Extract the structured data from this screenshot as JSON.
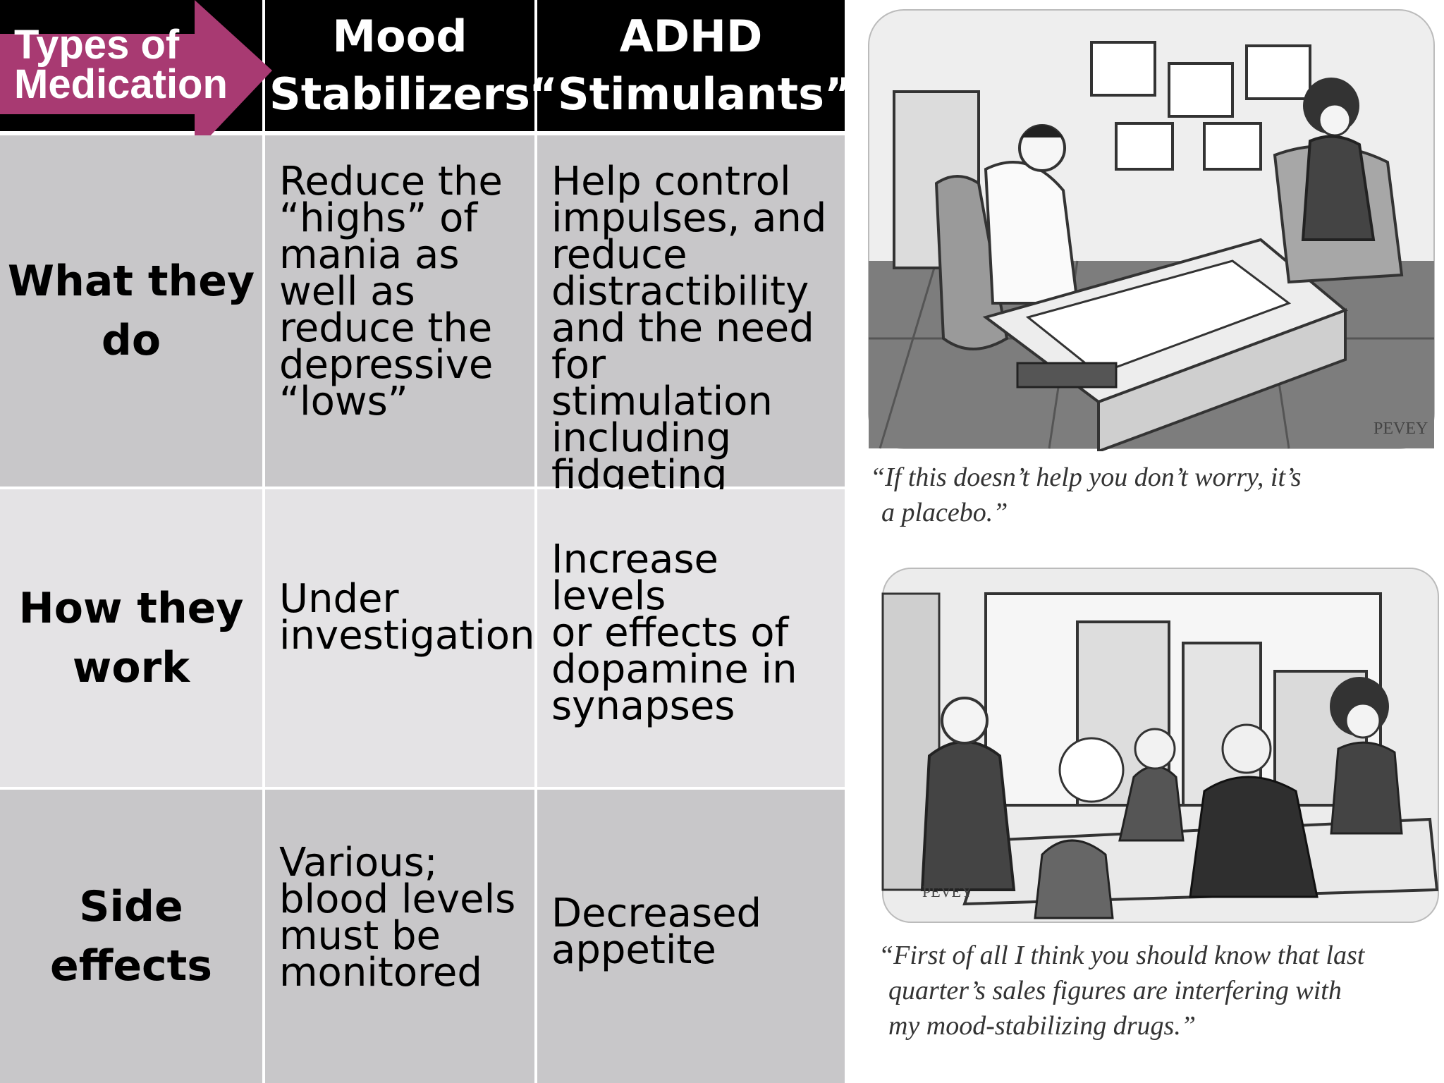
{
  "table": {
    "corner": {
      "line1": "Types of",
      "line2": "Medication"
    },
    "columns": [
      {
        "line1": "Mood",
        "line2": "Stabilizers"
      },
      {
        "line1": "ADHD",
        "line2": "“Stimulants”"
      }
    ],
    "rows": [
      {
        "label": [
          "What they",
          "do"
        ],
        "mood": [
          "Reduce the",
          "“highs” of",
          "mania as",
          "well as",
          "reduce the",
          "depressive",
          "“lows”"
        ],
        "adhd": [
          "Help control",
          "impulses, and",
          "reduce",
          "distractibility",
          "and the need",
          "for stimulation",
          "including",
          "fidgeting"
        ]
      },
      {
        "label": [
          "How they",
          "work"
        ],
        "mood": [
          "Under",
          "investigation"
        ],
        "adhd": [
          "Increase levels",
          "or effects of",
          "dopamine in",
          "synapses"
        ]
      },
      {
        "label": [
          "Side effects"
        ],
        "mood": [
          "Various;",
          "blood levels",
          "must be",
          "monitored"
        ],
        "adhd": [
          "Decreased",
          "appetite"
        ]
      }
    ],
    "colors": {
      "header_bg": "#000000",
      "arrow": "#a83a72",
      "dark_cell": "#c8c7c9",
      "light_cell": "#e4e3e5"
    }
  },
  "cartoons": [
    {
      "signature": "PEVEY",
      "caption": [
        "“If this doesn’t help you don’t worry, it’s",
        "a placebo.”"
      ]
    },
    {
      "signature": "PEVEY",
      "caption": [
        "“First of all I think you should know that last",
        "quarter’s sales figures are interfering with",
        "my mood-stabilizing drugs.”"
      ]
    }
  ]
}
